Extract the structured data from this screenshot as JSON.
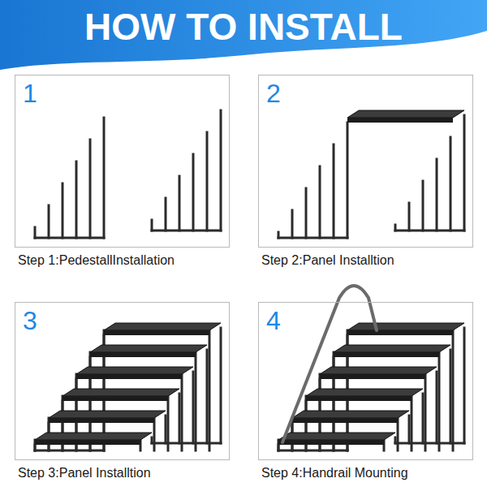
{
  "diagram": {
    "title": "HOW TO INSTALL",
    "nodes": [
      {
        "text": [
          "1",
          "Step 1:PedestallInstallation"
        ]
      },
      {
        "text": [
          "2",
          "Step 2:Panel Installtion"
        ]
      },
      {
        "text": [
          "3",
          "Step 3:Panel Installtion"
        ]
      },
      {
        "text": [
          "4",
          "Step 4:Handrail Mounting"
        ]
      }
    ]
  }
}
